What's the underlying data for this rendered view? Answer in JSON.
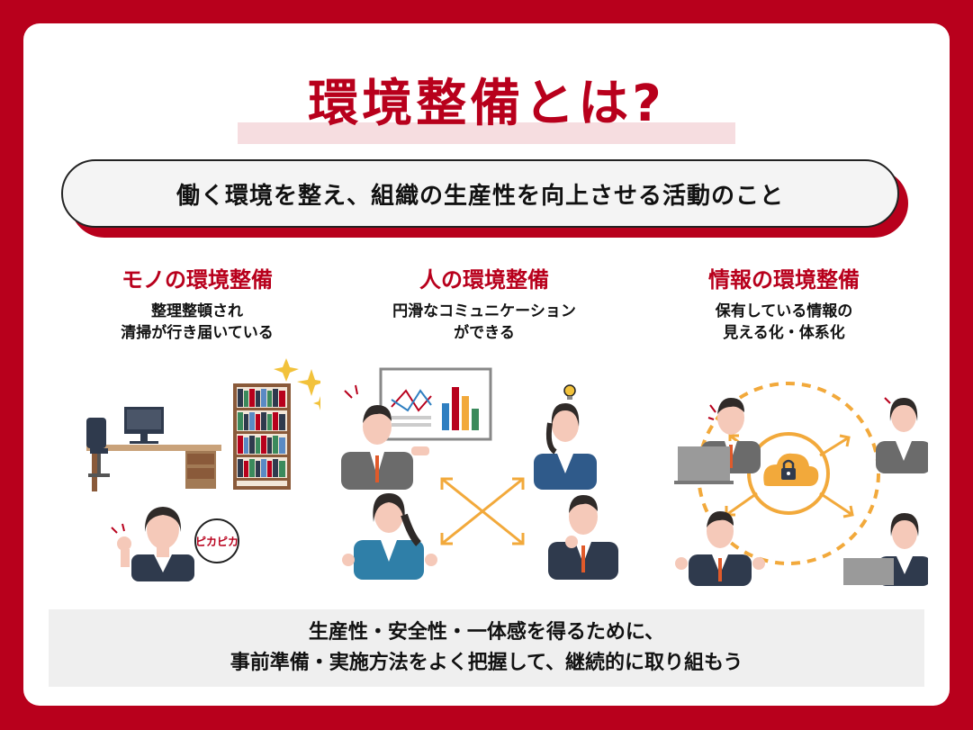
{
  "title": "環境整備とは?",
  "definition": "働く環境を整え、組織の生産性を向上させる活動のこと",
  "columns": [
    {
      "title": "モノの環境整備",
      "desc": "整理整頓され\n清掃が行き届いている"
    },
    {
      "title": "人の環境整備",
      "desc": "円滑なコミュニケーション\nができる"
    },
    {
      "title": "情報の環境整備",
      "desc": "保有している情報の\n見える化・体系化"
    }
  ],
  "speech_bubble": "ピカピカ",
  "footer": {
    "line1": "生産性・安全性・一体感を得るために、",
    "line2": "事前準備・実施方法をよく把握して、継続的に取り組もう"
  },
  "colors": {
    "brand_red": "#b8001c",
    "accent_orange": "#f2a93b",
    "suit_navy": "#2f3a4d",
    "skin": "#f5c9b9"
  },
  "icons": [
    "sparkle-icon",
    "lightbulb-icon",
    "lock-icon",
    "cloud-icon",
    "laptop-icon",
    "chart-icon"
  ]
}
